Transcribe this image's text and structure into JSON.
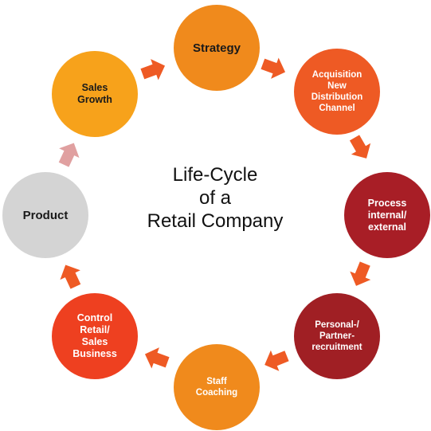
{
  "title": "Life-Cycle\nof a\nRetail Company",
  "nodes": [
    {
      "id": "strategy",
      "label": "Strategy",
      "color": "#F08A1C"
    },
    {
      "id": "acquisition",
      "label": "Acquisition\nNew\nDistribution\nChannel",
      "color": "#EE5A24"
    },
    {
      "id": "process",
      "label": "Process\ninternal/\nexternal",
      "color": "#A81E26"
    },
    {
      "id": "personal",
      "label": "Personal-/\nPartner-\nrecruitment",
      "color": "#A01F24"
    },
    {
      "id": "staff",
      "label": "Staff\nCoaching",
      "color": "#F08A1C"
    },
    {
      "id": "control",
      "label": "Control\nRetail/\nSales\nBusiness",
      "color": "#EE4020"
    },
    {
      "id": "product",
      "label": "Product",
      "color": "#D4D4D4"
    },
    {
      "id": "sales",
      "label": "Sales\nGrowth",
      "color": "#F7A21B"
    }
  ],
  "arrow_colors": {
    "default": "#EE5A24",
    "product_to_sales": "#E0A0A0"
  }
}
